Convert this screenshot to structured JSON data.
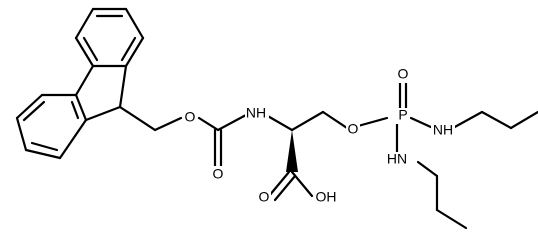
{
  "structure": {
    "atoms": {
      "o_carbamate": "O",
      "o_carbonyl": "O",
      "nh_amide": "NH",
      "o_ether": "O",
      "p": "P",
      "o_phosphoryl": "O",
      "nh_p_right": "NH",
      "hn_p_lower": "HN",
      "oh_acid": "OH",
      "o_acid": "O"
    }
  }
}
